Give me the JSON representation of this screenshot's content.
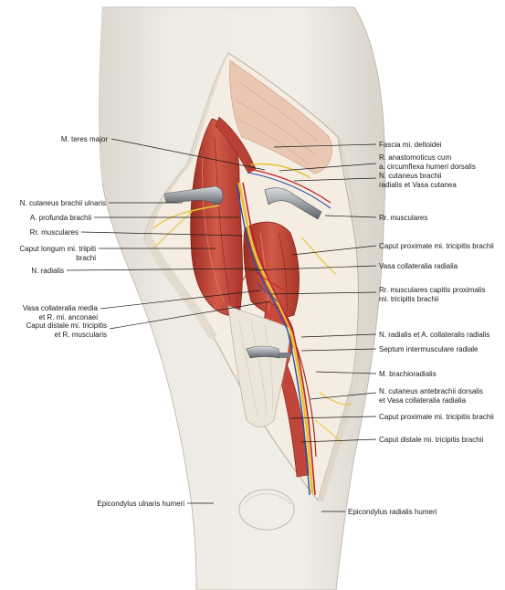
{
  "labels": {
    "teres_major": "M. teres major",
    "cut_brachii_ulnaris": "N. cutaneus brachii ulnaris",
    "profunda_brachii": "A. profunda brachii",
    "rr_musc_left": "Rr. musculares",
    "caput_longum_1": "Caput longum mi. triipiti",
    "caput_longum_2": "brachi",
    "n_radialis_left": "N. radialis",
    "vasa_media_1": "Vasa collateralia media",
    "vasa_media_2": "et R. mi. anconaei",
    "caput_distale_left_1": "Caput distale mi. tricipitis",
    "caput_distale_left_2": "et R. muscularis",
    "epi_ulnaris": "Epicondylus ulnaris humeri",
    "fascia_deltoidei": "Fascia mi. deltoidei",
    "r_anast_1": "R. anastomoticus cum",
    "r_anast_2": "a. circumflexa humeri dorsalis",
    "n_cut_brachii_rad_1": "N. cutaneus brachii",
    "n_cut_brachii_rad_2": "radialis et Vasa cutanea",
    "rr_musc_right": "Rr. musculares",
    "caput_prox_1": "Caput proximale mi. tricipitis brachii",
    "vasa_radialia": "Vasa collateralia radialia",
    "rr_capitis_1": "Rr. musculares capitis proximalis",
    "rr_capitis_2": "mi. tricipitis brachii",
    "n_radialis_a_coll": "N. radialis et A. collateralis radialis",
    "septum": "Septum intermusculare radiale",
    "brachioradialis": "M. brachioradialis",
    "n_cut_ante_1": "N. cutaneus antebrachii dorsalis",
    "n_cut_ante_2": "et Vasa collateralia radialia",
    "caput_prox_2": "Caput proximale mi. tricipitis brachii",
    "caput_distale_right": "Caput distale mi. tricipitis brachii",
    "epi_radialis": "Epicondylus radialis humeri"
  },
  "colors": {
    "skin": "#eeeae4",
    "skin_shadow": "#d9d3ca",
    "dermis": "#f3e7da",
    "fascia": "#f2ede2",
    "muscle": "#c6463a",
    "muscle_dark": "#96281f",
    "muscle_light": "#df6e5c",
    "tendon": "#ebe6db",
    "artery": "#c4202a",
    "vein": "#2f4fa0",
    "nerve": "#e8cc3a",
    "retractor": "#9aa0a6"
  }
}
